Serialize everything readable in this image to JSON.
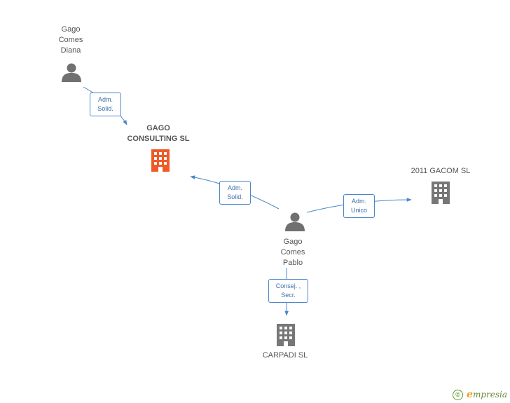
{
  "nodes": [
    {
      "id": "diana",
      "kind": "person",
      "label": "Gago\nComes\nDiana"
    },
    {
      "id": "gago_consulting",
      "kind": "company-main",
      "label": "GAGO\nCONSULTING SL",
      "color": "#f05a28"
    },
    {
      "id": "gacom",
      "kind": "company",
      "label": "2011 GACOM SL",
      "color": "#777777"
    },
    {
      "id": "pablo",
      "kind": "person",
      "label": "Gago\nComes\nPablo"
    },
    {
      "id": "carpadi",
      "kind": "company",
      "label": "CARPADI SL",
      "color": "#777777"
    }
  ],
  "edges": [
    {
      "from": "diana",
      "to": "gago_consulting",
      "label": "Adm.\nSolid."
    },
    {
      "from": "pablo",
      "to": "gago_consulting",
      "label": "Adm.\nSolid."
    },
    {
      "from": "pablo",
      "to": "gacom",
      "label": "Adm.\nUnico"
    },
    {
      "from": "pablo",
      "to": "carpadi",
      "label": "Consej. ,\nSecr."
    }
  ],
  "colors": {
    "edge": "#4a86c8",
    "person": "#707070",
    "main_company": "#f05a28",
    "company": "#777777"
  },
  "footer": {
    "copyright": "©",
    "brand_initial": "e",
    "brand_rest": "mpresia"
  }
}
